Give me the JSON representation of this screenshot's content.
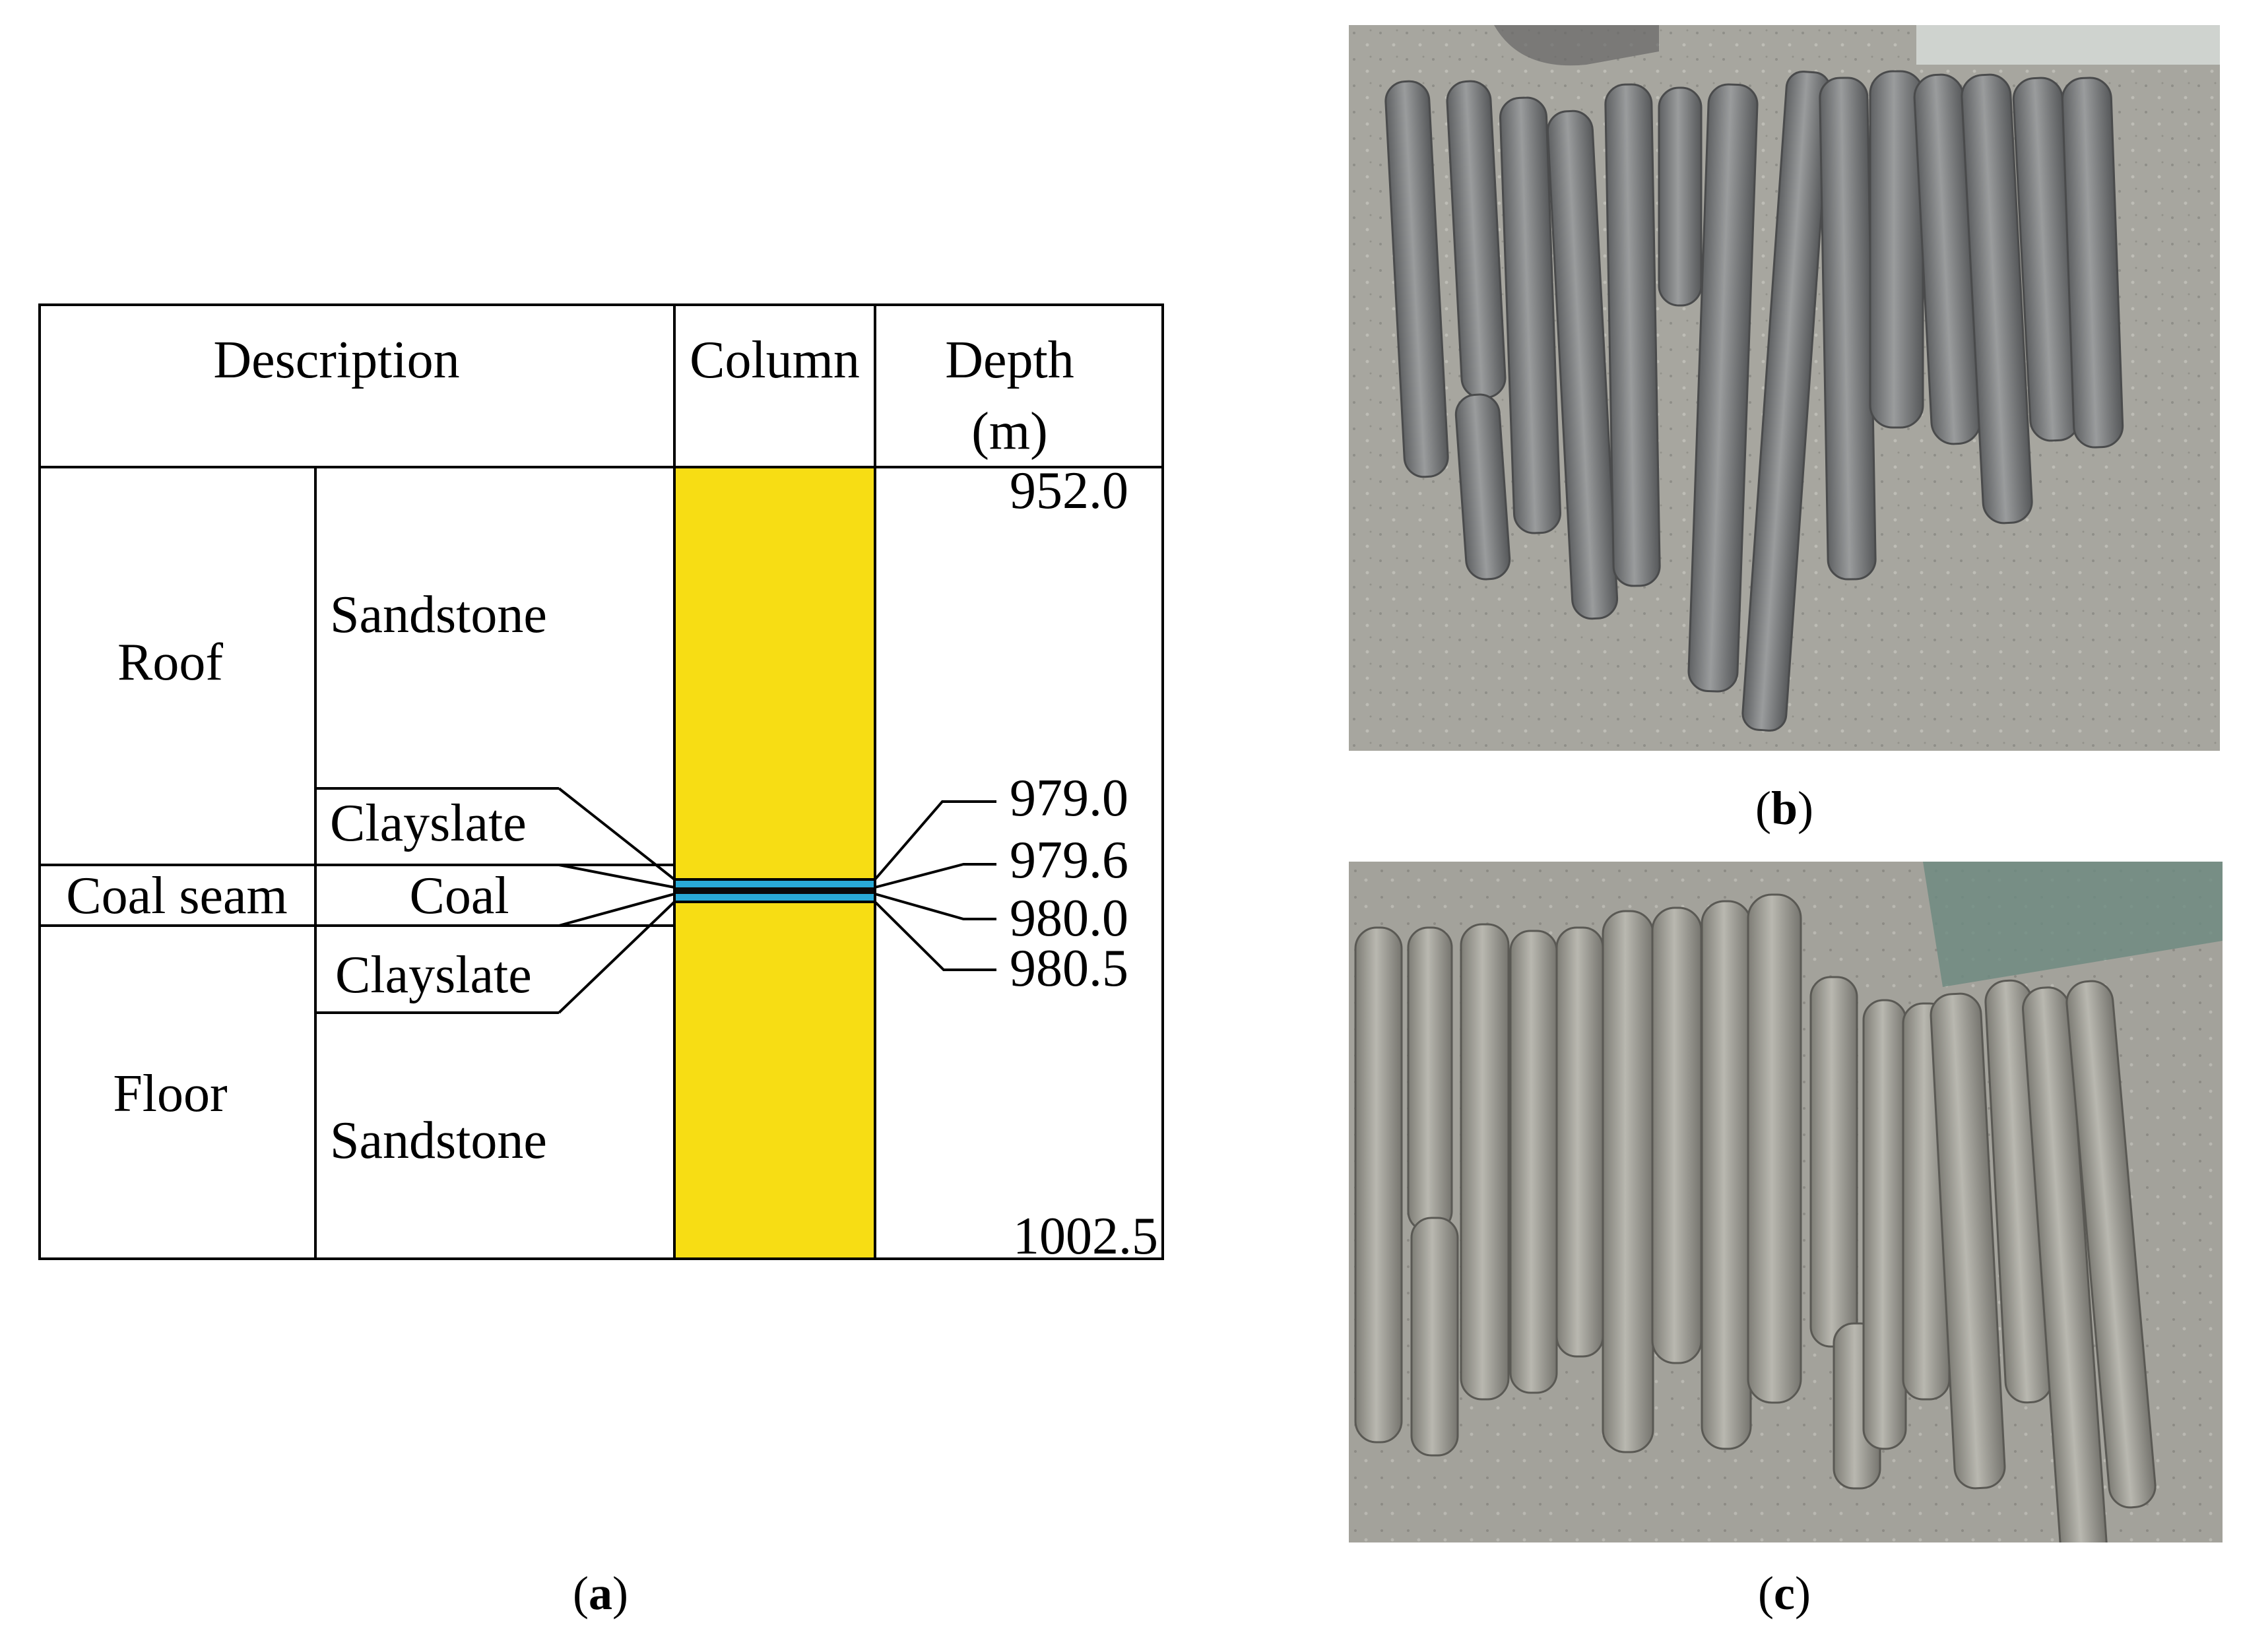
{
  "table": {
    "headers": {
      "description": "Description",
      "column": "Column",
      "depth": "Depth",
      "depth_unit": "(m)"
    },
    "groups": {
      "roof": "Roof",
      "coal_seam": "Coal seam",
      "floor": "Floor"
    },
    "layers": {
      "roof_sandstone": "Sandstone",
      "roof_clayslate": "Clayslate",
      "coal": "Coal",
      "floor_clayslate": "Clayslate",
      "floor_sandstone": "Sandstone"
    },
    "depths": {
      "top": "952.0",
      "d1": "979.0",
      "d2": "979.6",
      "d3": "980.0",
      "d4": "980.5",
      "bottom": "1002.5"
    }
  },
  "colors": {
    "sandstone": "#f7dd14",
    "clayslate": "#29a9d6",
    "coal": "#0a0a0a",
    "floor_bg": "#a7a69f",
    "core": "#7d7f80"
  },
  "captions": {
    "a_open": "(",
    "a_letter": "a",
    "a_close": ")",
    "b_open": "(",
    "b_letter": "b",
    "b_close": ")",
    "c_open": "(",
    "c_letter": "c",
    "c_close": ")"
  }
}
